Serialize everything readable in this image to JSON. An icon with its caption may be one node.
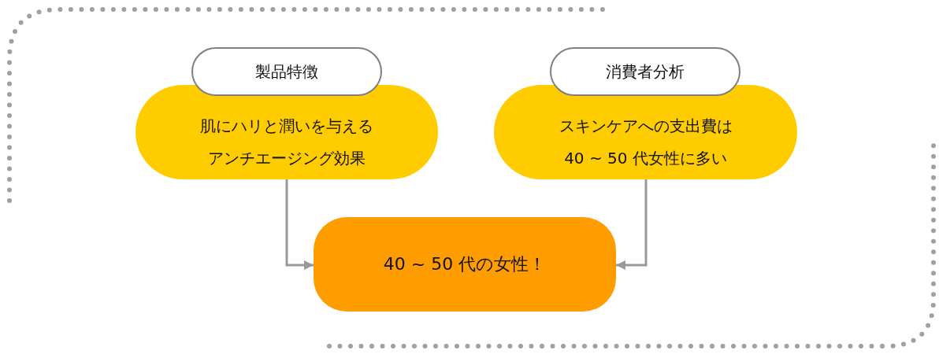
{
  "diagram": {
    "nodes": [
      {
        "text": [
          "製品特徴"
        ]
      },
      {
        "text": [
          "肌にハリと潤いを与える",
          "アンチエージング効果"
        ]
      },
      {
        "text": [
          "消費者分析"
        ]
      },
      {
        "text": [
          "スキンケアへの支出費は",
          "40 ~ 50 代女性に多い"
        ]
      },
      {
        "text": [
          "40 ~ 50 代の女性！"
        ]
      }
    ],
    "edges": [
      {
        "from": 1,
        "to": 4,
        "arrow": "to"
      },
      {
        "from": 3,
        "to": 4,
        "arrow": "to"
      }
    ]
  }
}
